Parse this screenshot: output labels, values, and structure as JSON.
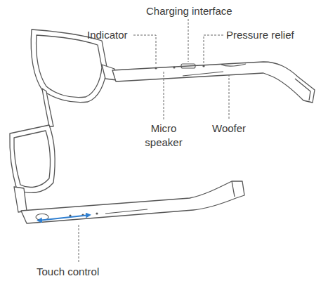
{
  "diagram": {
    "labels": [
      "Charging interface",
      "Indicator",
      "Pressure relief",
      "Micro speaker",
      "Woofer",
      "Touch control"
    ]
  }
}
